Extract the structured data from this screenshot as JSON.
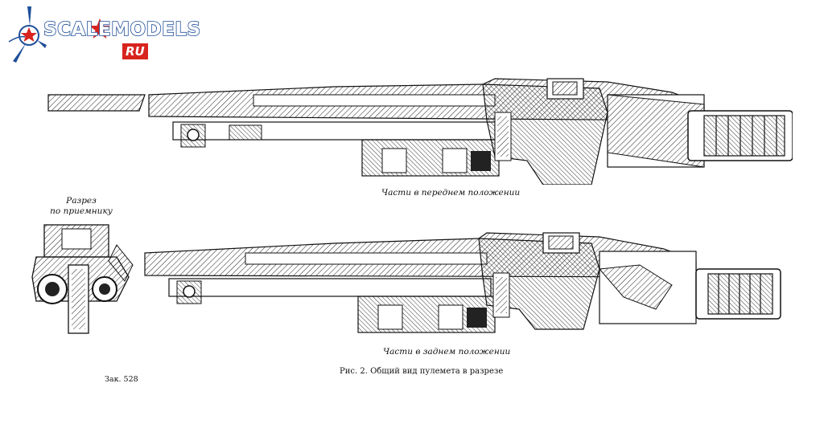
{
  "logo": {
    "text": "SCALEMODELS",
    "suffix": "RU",
    "colors": {
      "blue": "#1f4f9a",
      "red": "#d8241f"
    },
    "icon": "propeller-star-icon"
  },
  "captions": {
    "top_view": "Части в переднем положении",
    "bottom_view": "Части в заднем положении",
    "section_line1": "Разрез",
    "section_line2": "по приемнику",
    "figure": "Рис. 2. Общий вид пулемета в разрезе",
    "order_number": "Зак. 528"
  }
}
